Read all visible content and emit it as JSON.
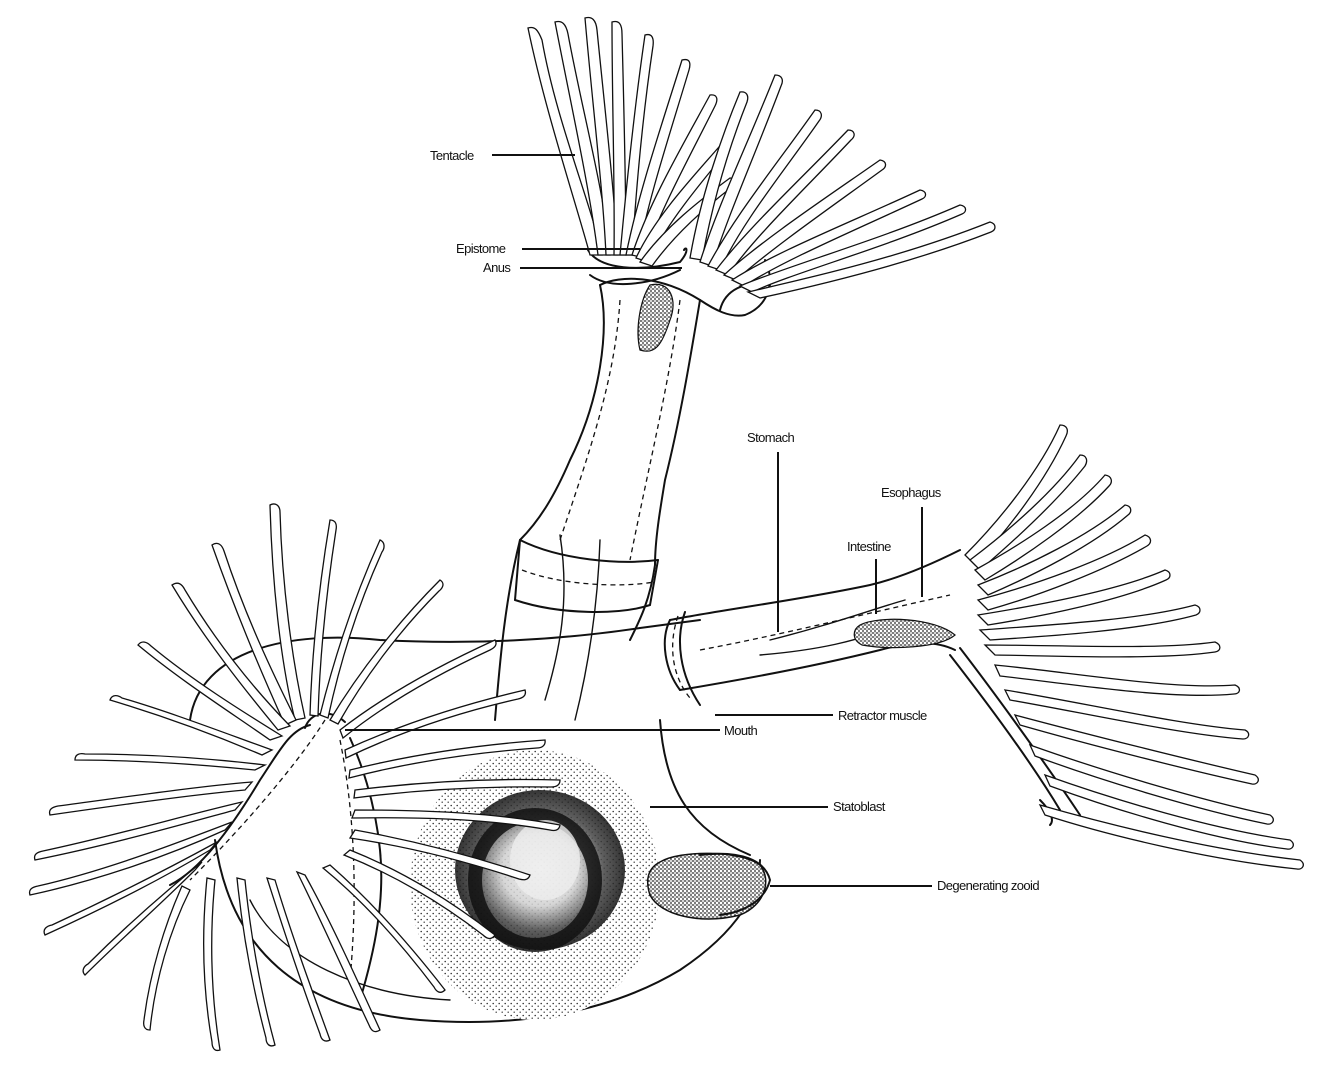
{
  "labels": {
    "tentacle": "Tentacle",
    "epistome": "Epistome",
    "anus": "Anus",
    "stomach": "Stomach",
    "esophagus": "Esophagus",
    "intestine": "Intestine",
    "retractor_muscle": "Retractor muscle",
    "mouth": "Mouth",
    "statoblast": "Statoblast",
    "degenerating_zooid": "Degenerating zooid"
  },
  "colors": {
    "ink": "#111111",
    "paper": "#ffffff",
    "stipple": "#333333"
  }
}
